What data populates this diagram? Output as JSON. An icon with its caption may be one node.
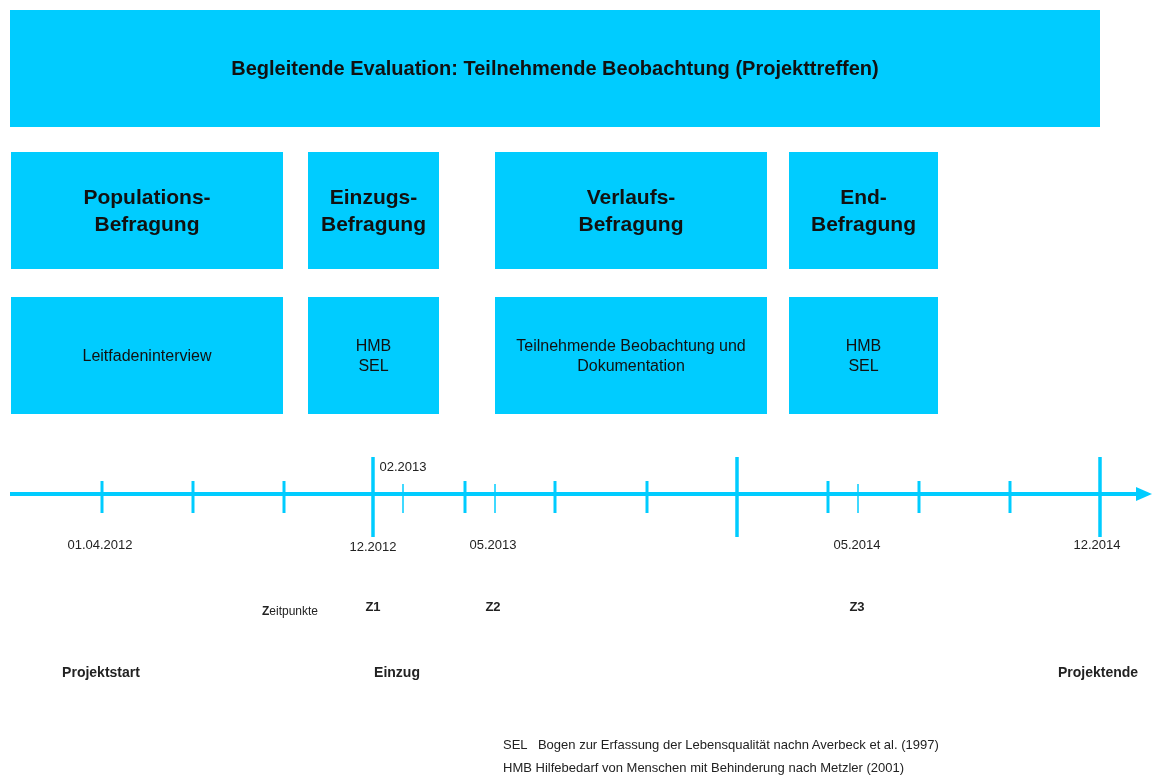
{
  "diagram": {
    "nodes": [
      {
        "text": [
          "Begleitende Evaluation: Teilnehmende Beobachtung (Projekttreffen)"
        ]
      },
      {
        "text": [
          "Populations- Befragung"
        ]
      },
      {
        "text": [
          "Einzugs- Befragung"
        ]
      },
      {
        "text": [
          "Verlaufs- Befragung"
        ]
      },
      {
        "text": [
          "End- Befragung"
        ]
      },
      {
        "text": [
          "Leitfadeninterview"
        ]
      },
      {
        "text": [
          "HMB SEL"
        ]
      },
      {
        "text": [
          "Teilnehmende Beobachtung und Dokumentation"
        ]
      },
      {
        "text": [
          "HMB SEL"
        ]
      }
    ],
    "edges": [],
    "labels": [
      "02.2013",
      "01.04.2012",
      "12.2012",
      "05.2013",
      "05.2014",
      "12.2014",
      "**Z**eitpunkte",
      "Z1",
      "Z2",
      "Z3",
      "Projektstart",
      "Einzug",
      "Projektende",
      "SEL   Bogen zur Erfassung der Lebensqualität nachn Averbeck et al. (1997)",
      "HMB Hilfebedarf von Menschen mit Behinderung nach Metzler (2001)"
    ]
  }
}
